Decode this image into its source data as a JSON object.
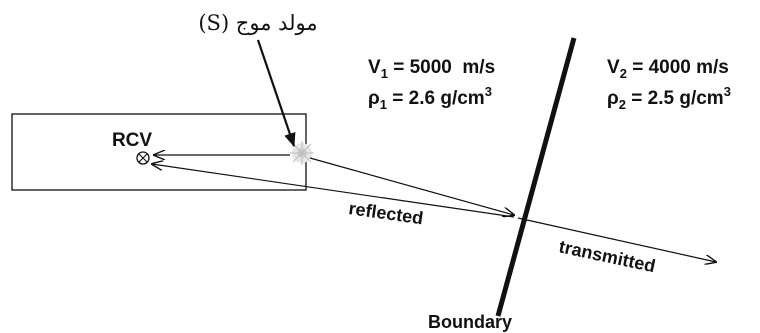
{
  "source_label": "مولد موج (S)",
  "receiver_label": "RCV",
  "medium1": {
    "velocity": {
      "symbol": "V",
      "sub": "1",
      "text": " = 5000  m/s"
    },
    "density": {
      "symbol": "ρ",
      "sub": "1",
      "text": " = 2.6 g/cm",
      "sup": "3"
    }
  },
  "medium2": {
    "velocity": {
      "symbol": "V",
      "sub": "2",
      "text": " = 4000 m/s"
    },
    "density": {
      "symbol": "ρ",
      "sub": "2",
      "text": " = 2.5 g/cm",
      "sup": "3"
    }
  },
  "ray_labels": {
    "reflected": "reflected",
    "transmitted": "transmitted"
  },
  "boundary_label": "Boundary",
  "colors": {
    "ink": "#111111",
    "background": "#ffffff"
  }
}
